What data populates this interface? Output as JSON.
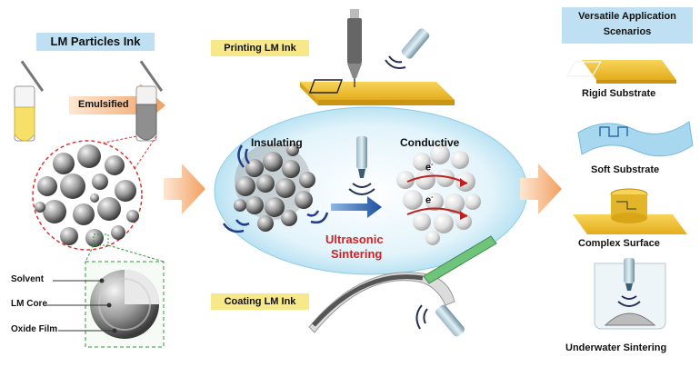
{
  "left": {
    "title": "LM Particles Ink",
    "emulsified": "Emulsified",
    "solvent": "Solvent",
    "lm_core": "LM Core",
    "oxide_film": "Oxide Film"
  },
  "center": {
    "printing_title": "Printing LM Ink",
    "coating_title": "Coating LM Ink",
    "insulating": "Insulating",
    "conductive": "Conductive",
    "ultrasonic_line1": "Ultrasonic",
    "ultrasonic_line2": "Sintering",
    "electron1": "e",
    "electron2": "e",
    "electron_sup": "-"
  },
  "right": {
    "title_line1": "Versatile Application",
    "title_line2": "Scenarios",
    "rigid": "Rigid Substrate",
    "soft": "Soft Substrate",
    "complex": "Complex Surface",
    "underwater": "Underwater Sintering"
  },
  "colors": {
    "blue_box": "#bfe0f2",
    "yellow_box": "#f7e88a",
    "ellipse": "#cdeaf6",
    "ultrasonic_red": "#d42020",
    "substrate": "#f2c230"
  }
}
